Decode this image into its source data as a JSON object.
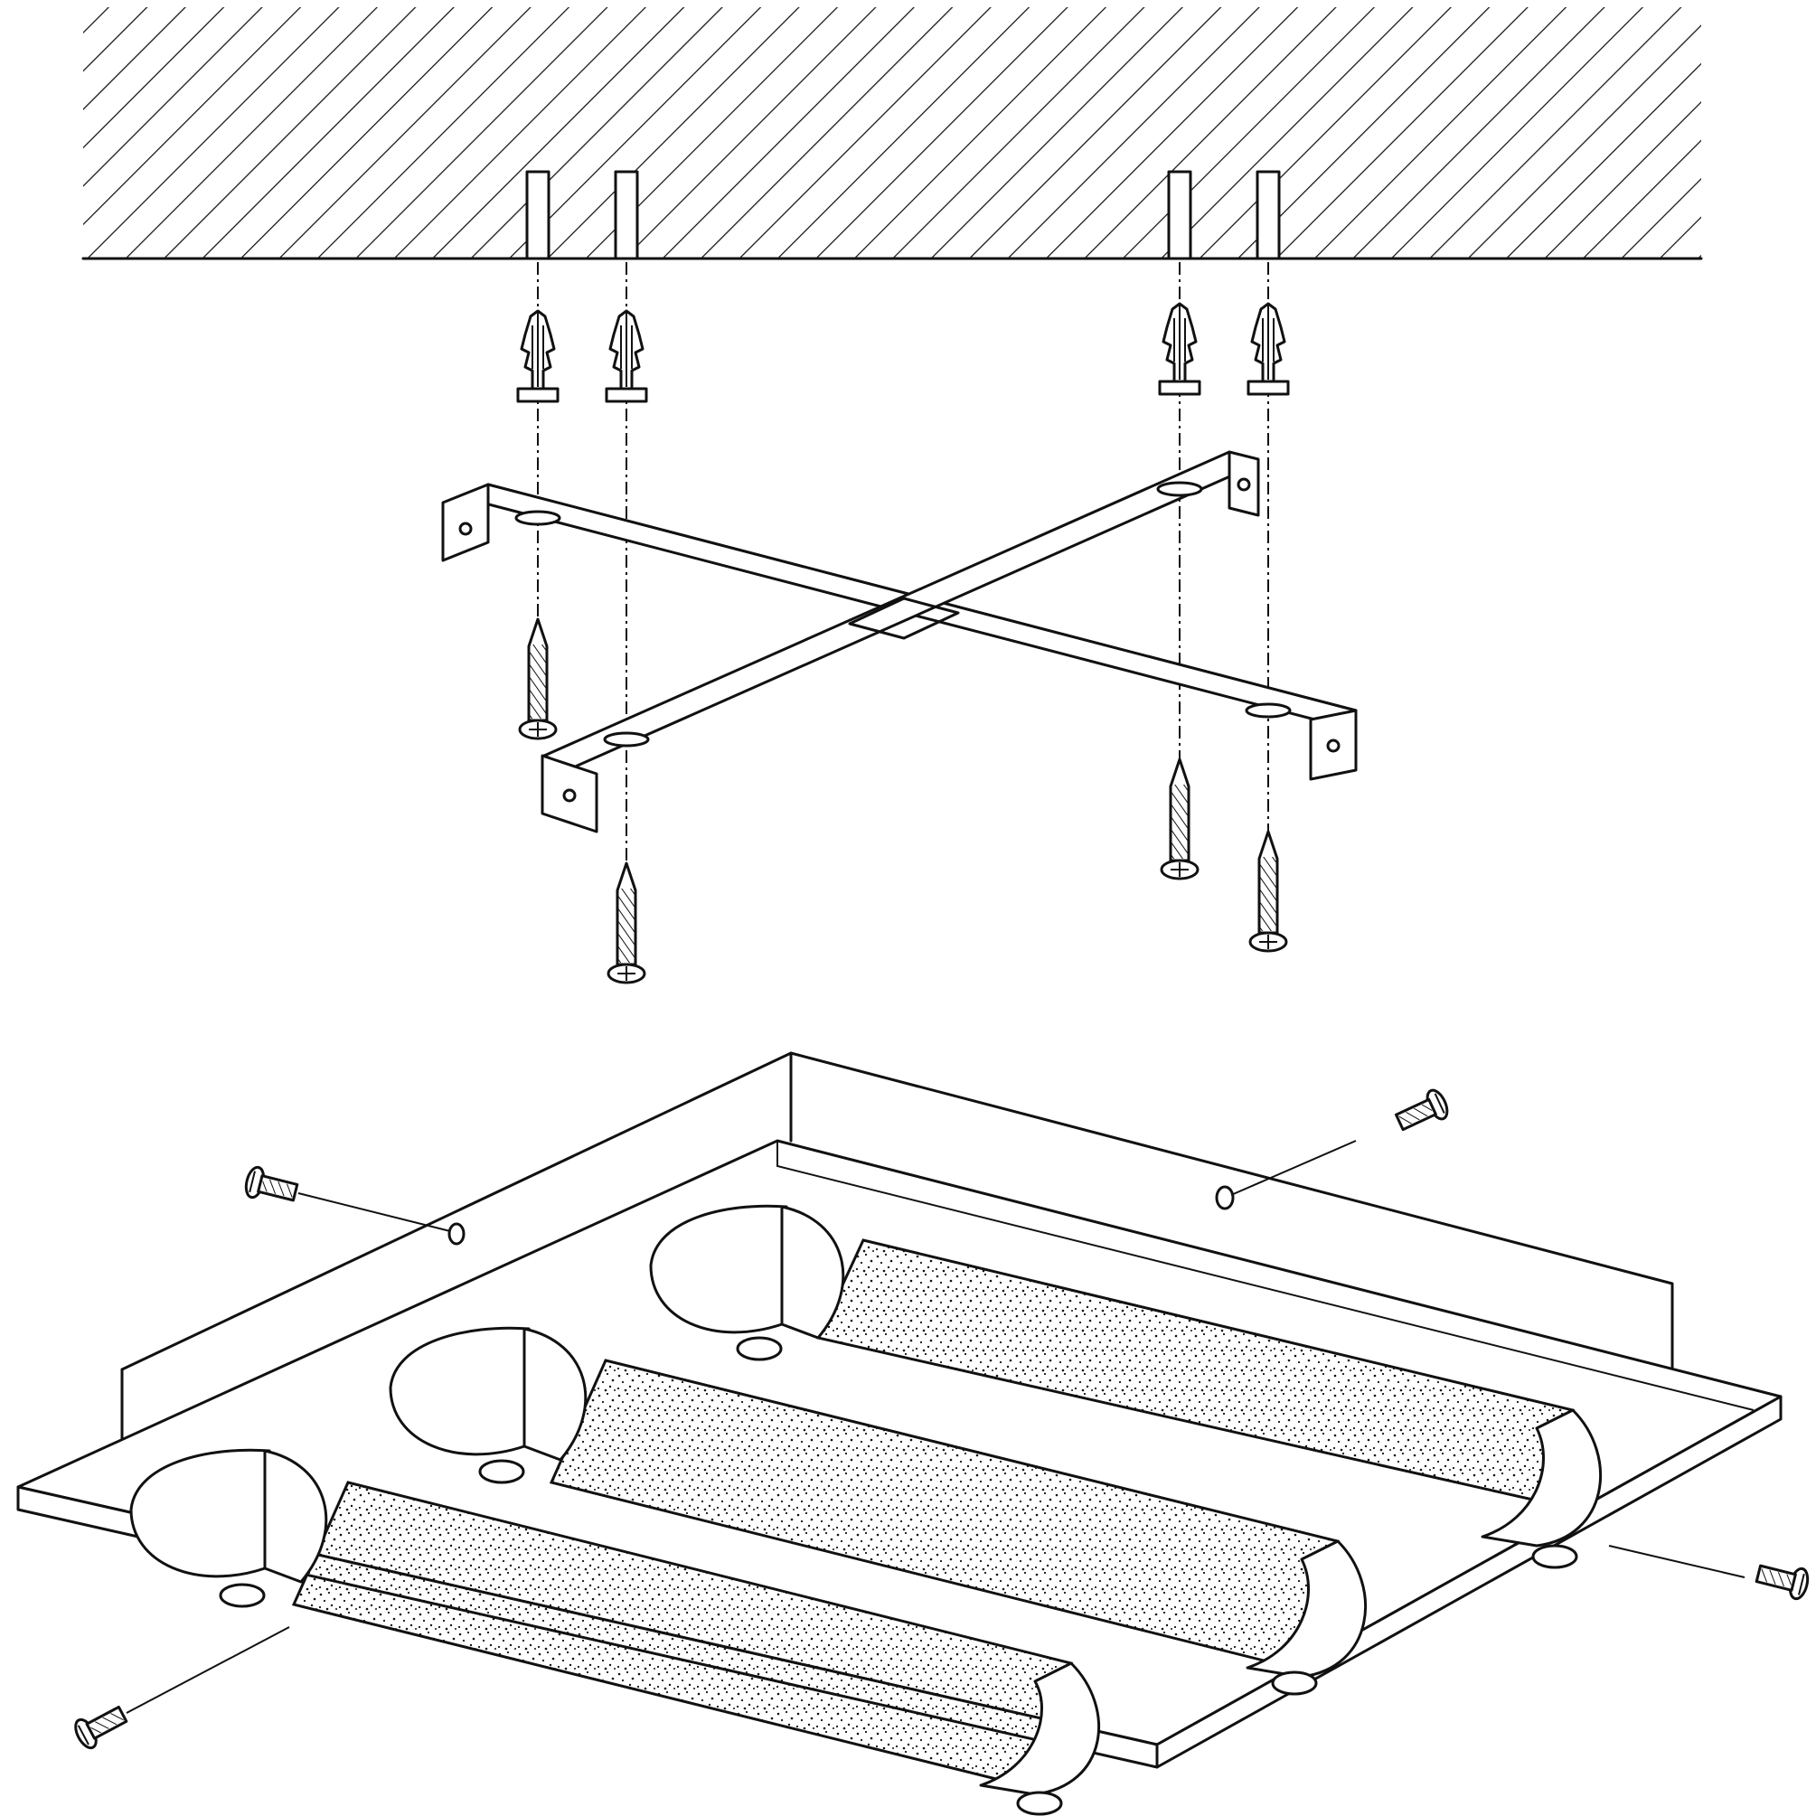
{
  "diagram": {
    "kind": "exploded-assembly",
    "palette": {
      "ink": "#111111",
      "paper": "#ffffff"
    },
    "ceiling": {
      "hatched": true
    },
    "anchors": {
      "count": 4
    },
    "mounting_bracket": {
      "shape": "cross",
      "holes": 4
    },
    "screws": {
      "ceiling_screws": 4,
      "side_screws": 4
    },
    "fixture": {
      "shape": "square-panel",
      "tubes": 3,
      "diffuser_texture": "stippled"
    }
  }
}
